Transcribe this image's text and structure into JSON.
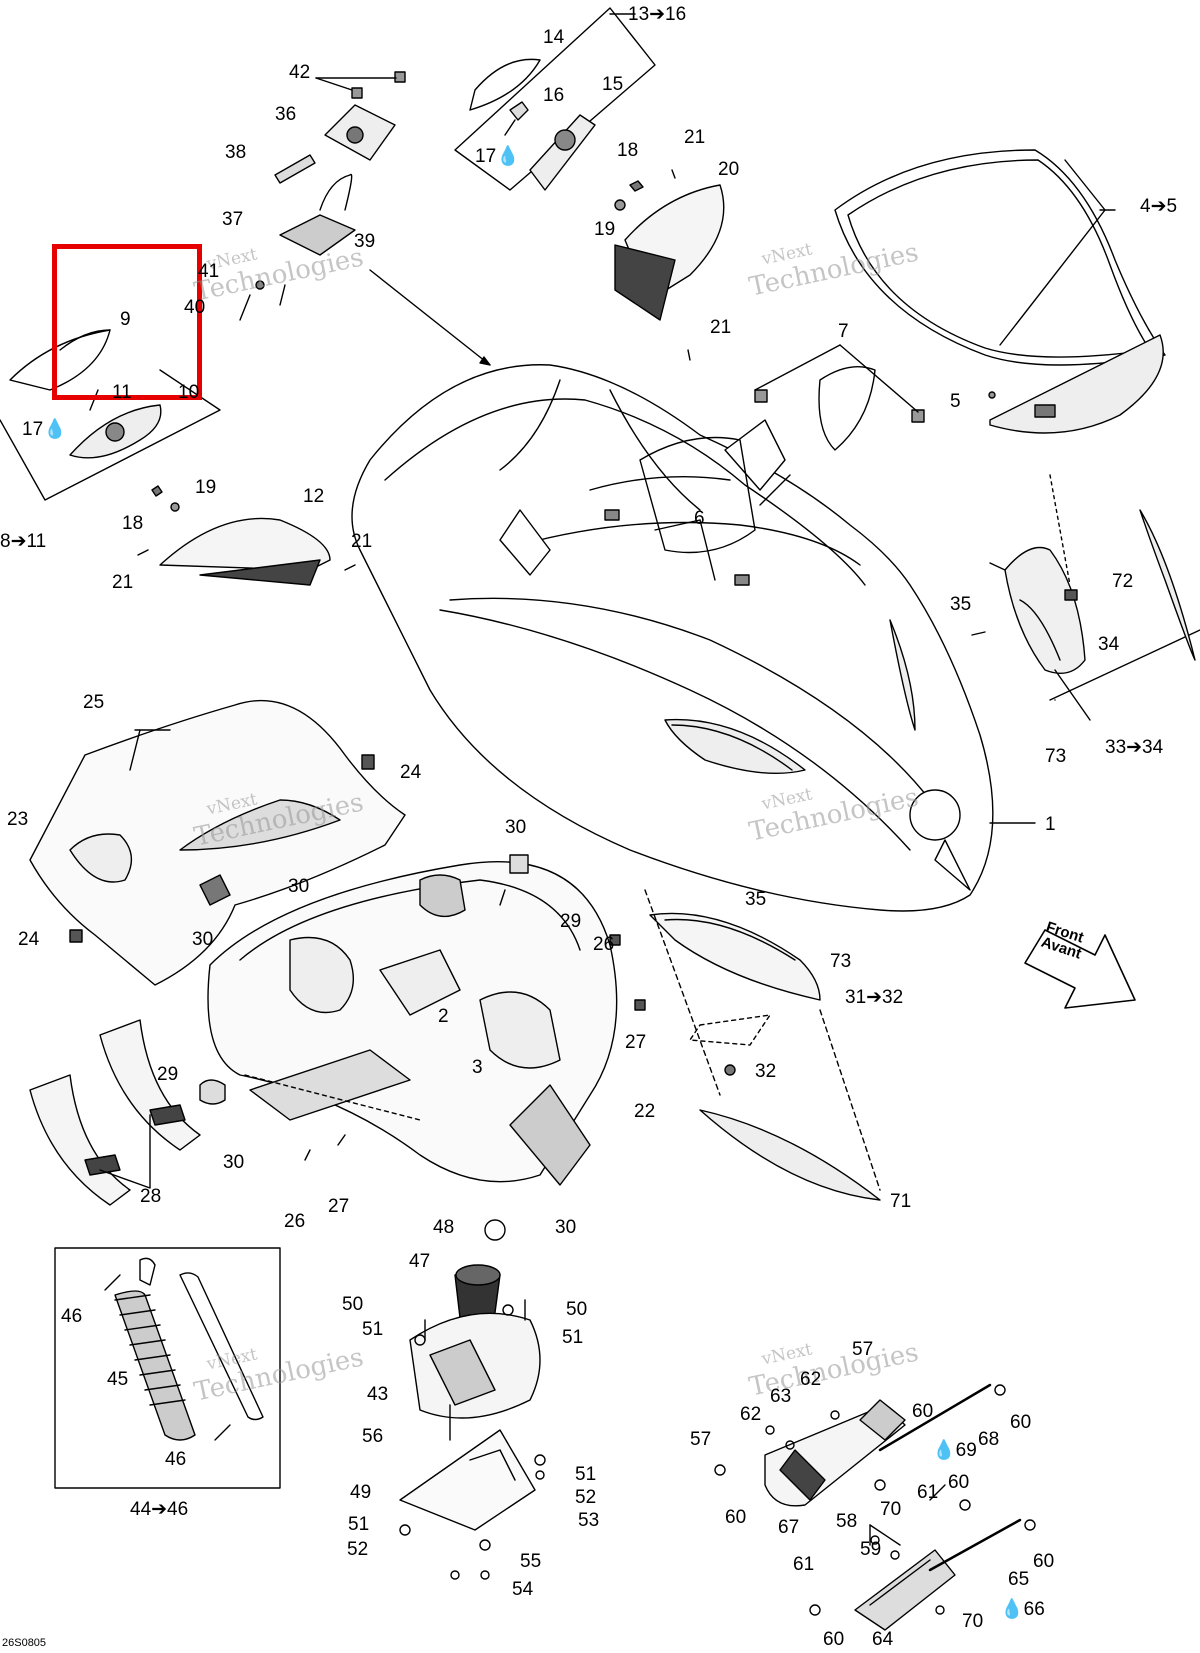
{
  "diagram_code": "26S0805",
  "watermark": {
    "line1": "vNext",
    "line2": "Technologies"
  },
  "front_arrow": {
    "line1": "Front",
    "line2": "Avant"
  },
  "highlight_color": "#e60000",
  "labels": [
    {
      "id": "l13-16",
      "text": "13➔16"
    },
    {
      "id": "l14",
      "text": "14"
    },
    {
      "id": "l15",
      "text": "15"
    },
    {
      "id": "l16",
      "text": "16"
    },
    {
      "id": "l17a",
      "text": "17💧"
    },
    {
      "id": "l42",
      "text": "42"
    },
    {
      "id": "l36",
      "text": "36"
    },
    {
      "id": "l38",
      "text": "38"
    },
    {
      "id": "l37",
      "text": "37"
    },
    {
      "id": "l39",
      "text": "39"
    },
    {
      "id": "l41",
      "text": "41"
    },
    {
      "id": "l40",
      "text": "40"
    },
    {
      "id": "l9",
      "text": "9"
    },
    {
      "id": "l11",
      "text": "11"
    },
    {
      "id": "l10",
      "text": "10"
    },
    {
      "id": "l17b",
      "text": "17💧"
    },
    {
      "id": "l19a",
      "text": "19"
    },
    {
      "id": "l18a",
      "text": "18"
    },
    {
      "id": "l8-11",
      "text": "8➔11"
    },
    {
      "id": "l12",
      "text": "12"
    },
    {
      "id": "l21a",
      "text": "21"
    },
    {
      "id": "l21b",
      "text": "21"
    },
    {
      "id": "l21c",
      "text": "21"
    },
    {
      "id": "l20",
      "text": "20"
    },
    {
      "id": "l18b",
      "text": "18"
    },
    {
      "id": "l19b",
      "text": "19"
    },
    {
      "id": "l21d",
      "text": "21"
    },
    {
      "id": "l4-5",
      "text": "4➔5"
    },
    {
      "id": "l7",
      "text": "7"
    },
    {
      "id": "l5",
      "text": "5"
    },
    {
      "id": "l6",
      "text": "6"
    },
    {
      "id": "l35a",
      "text": "35"
    },
    {
      "id": "l72",
      "text": "72"
    },
    {
      "id": "l34",
      "text": "34"
    },
    {
      "id": "l73a",
      "text": "73"
    },
    {
      "id": "l33-34",
      "text": "33➔34"
    },
    {
      "id": "l1",
      "text": "1"
    },
    {
      "id": "l25",
      "text": "25"
    },
    {
      "id": "l24a",
      "text": "24"
    },
    {
      "id": "l23",
      "text": "23"
    },
    {
      "id": "l24b",
      "text": "24"
    },
    {
      "id": "l30a",
      "text": "30"
    },
    {
      "id": "l30b",
      "text": "30"
    },
    {
      "id": "l30c",
      "text": "30"
    },
    {
      "id": "l29a",
      "text": "29"
    },
    {
      "id": "l26a",
      "text": "26"
    },
    {
      "id": "l35b",
      "text": "35"
    },
    {
      "id": "l73b",
      "text": "73"
    },
    {
      "id": "l31-32",
      "text": "31➔32"
    },
    {
      "id": "l2",
      "text": "2"
    },
    {
      "id": "l27a",
      "text": "27"
    },
    {
      "id": "l3",
      "text": "3"
    },
    {
      "id": "l32",
      "text": "32"
    },
    {
      "id": "l29b",
      "text": "29"
    },
    {
      "id": "l22",
      "text": "22"
    },
    {
      "id": "l28",
      "text": "28"
    },
    {
      "id": "l30d",
      "text": "30"
    },
    {
      "id": "l26b",
      "text": "26"
    },
    {
      "id": "l27b",
      "text": "27"
    },
    {
      "id": "l71",
      "text": "71"
    },
    {
      "id": "l48",
      "text": "48"
    },
    {
      "id": "l30e",
      "text": "30"
    },
    {
      "id": "l47",
      "text": "47"
    },
    {
      "id": "l46a",
      "text": "46"
    },
    {
      "id": "l45",
      "text": "45"
    },
    {
      "id": "l46b",
      "text": "46"
    },
    {
      "id": "l44-46",
      "text": "44➔46"
    },
    {
      "id": "l50a",
      "text": "50"
    },
    {
      "id": "l51a",
      "text": "51"
    },
    {
      "id": "l50b",
      "text": "50"
    },
    {
      "id": "l51b",
      "text": "51"
    },
    {
      "id": "l43",
      "text": "43"
    },
    {
      "id": "l56",
      "text": "56"
    },
    {
      "id": "l49",
      "text": "49"
    },
    {
      "id": "l51c",
      "text": "51"
    },
    {
      "id": "l52a",
      "text": "52"
    },
    {
      "id": "l53",
      "text": "53"
    },
    {
      "id": "l51d",
      "text": "51"
    },
    {
      "id": "l52b",
      "text": "52"
    },
    {
      "id": "l55",
      "text": "55"
    },
    {
      "id": "l54",
      "text": "54"
    },
    {
      "id": "l57a",
      "text": "57"
    },
    {
      "id": "l62a",
      "text": "62"
    },
    {
      "id": "l62b",
      "text": "62"
    },
    {
      "id": "l63",
      "text": "63"
    },
    {
      "id": "l60a",
      "text": "60"
    },
    {
      "id": "l60b",
      "text": "60"
    },
    {
      "id": "l68",
      "text": "68"
    },
    {
      "id": "l69",
      "text": "💧69"
    },
    {
      "id": "l57b",
      "text": "57"
    },
    {
      "id": "l60c",
      "text": "60"
    },
    {
      "id": "l67",
      "text": "67"
    },
    {
      "id": "l70a",
      "text": "70"
    },
    {
      "id": "l61a",
      "text": "61"
    },
    {
      "id": "l60d",
      "text": "60"
    },
    {
      "id": "l58",
      "text": "58"
    },
    {
      "id": "l59",
      "text": "59"
    },
    {
      "id": "l65",
      "text": "65"
    },
    {
      "id": "l60e",
      "text": "60"
    },
    {
      "id": "l61b",
      "text": "61"
    },
    {
      "id": "l66",
      "text": "💧66"
    },
    {
      "id": "l70b",
      "text": "70"
    },
    {
      "id": "l60f",
      "text": "60"
    },
    {
      "id": "l64",
      "text": "64"
    }
  ]
}
